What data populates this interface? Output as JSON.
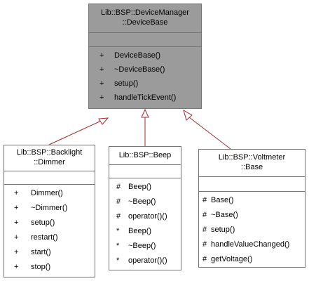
{
  "base_class": {
    "title_lines": [
      "Lib::BSP::DeviceManager",
      "::DeviceBase"
    ],
    "members": [
      {
        "vis": "+",
        "name": "DeviceBase()"
      },
      {
        "vis": "+",
        "name": "~DeviceBase()"
      },
      {
        "vis": "+",
        "name": "setup()"
      },
      {
        "vis": "+",
        "name": "handleTickEvent()"
      }
    ]
  },
  "dimmer_class": {
    "title_lines": [
      "Lib::BSP::Backlight",
      "::Dimmer"
    ],
    "members": [
      {
        "vis": "+",
        "name": "Dimmer()"
      },
      {
        "vis": "+",
        "name": "~Dimmer()"
      },
      {
        "vis": "+",
        "name": "setup()"
      },
      {
        "vis": "+",
        "name": "restart()"
      },
      {
        "vis": "+",
        "name": "start()"
      },
      {
        "vis": "+",
        "name": "stop()"
      }
    ]
  },
  "beep_class": {
    "title_lines": [
      "Lib::BSP::Beep"
    ],
    "members": [
      {
        "vis": "#",
        "name": "Beep()"
      },
      {
        "vis": "#",
        "name": "~Beep()"
      },
      {
        "vis": "#",
        "name": "operator()()"
      },
      {
        "vis": "*",
        "name": "Beep()"
      },
      {
        "vis": "*",
        "name": "~Beep()"
      },
      {
        "vis": "*",
        "name": "operator()()"
      }
    ]
  },
  "voltmeter_class": {
    "title_lines": [
      "Lib::BSP::Voltmeter",
      "::Base"
    ],
    "members": [
      {
        "vis": "#",
        "name": "Base()"
      },
      {
        "vis": "#",
        "name": "~Base()"
      },
      {
        "vis": "#",
        "name": "setup()"
      },
      {
        "vis": "#",
        "name": "handleValueChanged()"
      },
      {
        "vis": "#",
        "name": "getVoltage()"
      }
    ]
  },
  "colors": {
    "parent_fill": "#9b9b9b",
    "box_border": "#737373",
    "arrow": "#a52a2a"
  }
}
